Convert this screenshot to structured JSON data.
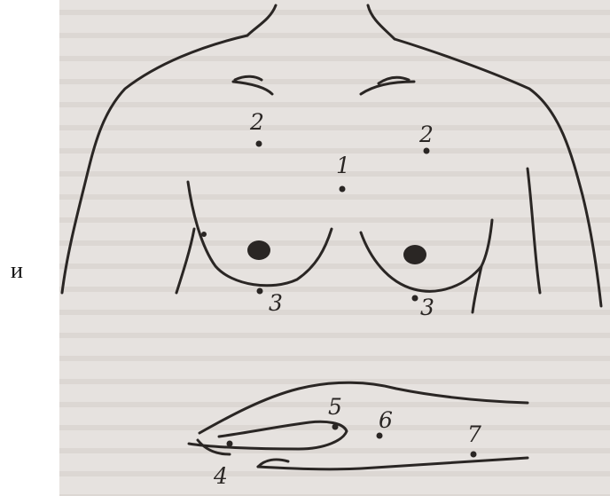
{
  "side_text": "и",
  "points": [
    {
      "id": "point-1",
      "label": "1"
    },
    {
      "id": "point-2-left",
      "label": "2"
    },
    {
      "id": "point-2-right",
      "label": "2"
    },
    {
      "id": "point-3-left",
      "label": "3"
    },
    {
      "id": "point-3-right",
      "label": "3"
    },
    {
      "id": "point-4",
      "label": "4"
    },
    {
      "id": "point-5",
      "label": "5"
    },
    {
      "id": "point-6",
      "label": "6"
    },
    {
      "id": "point-7",
      "label": "7"
    }
  ],
  "colors": {
    "ink": "#2a2624",
    "paper": "#e6e2df",
    "page": "#ffffff"
  }
}
